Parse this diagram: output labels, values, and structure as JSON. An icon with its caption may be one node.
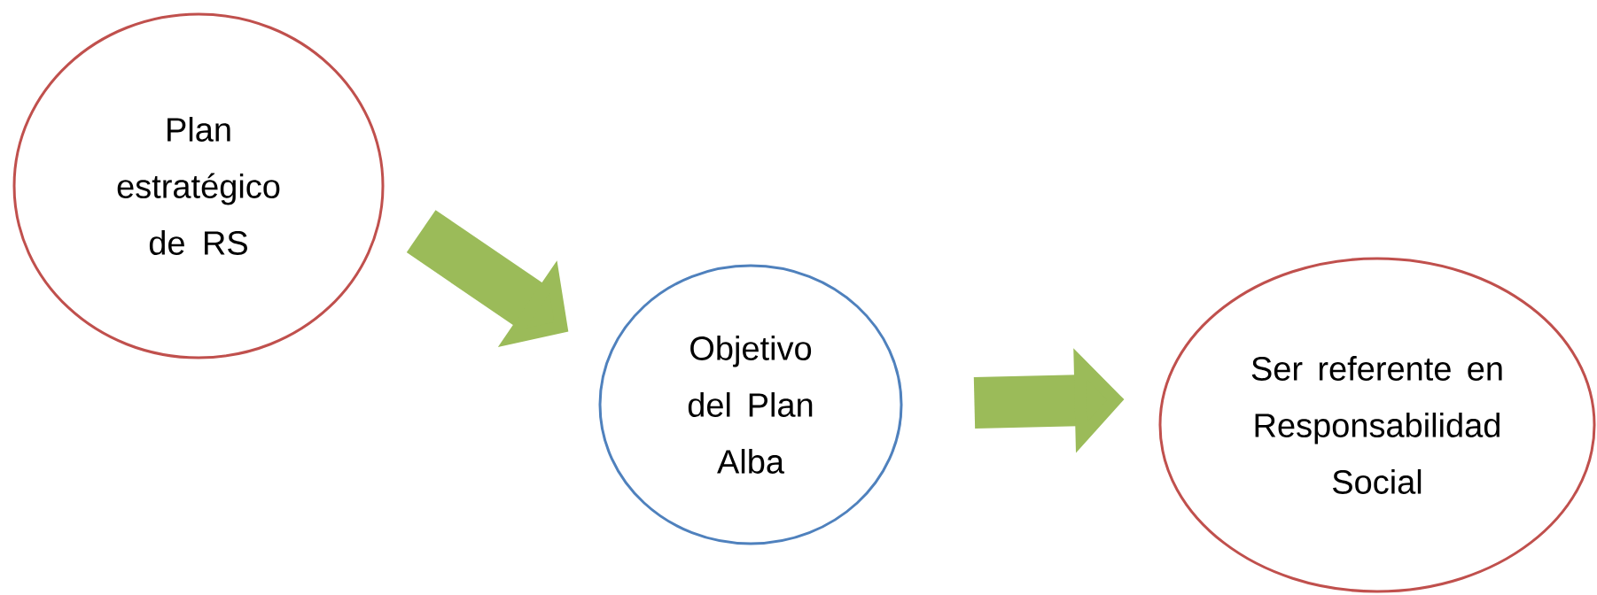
{
  "diagram": {
    "nodes": [
      {
        "text": [
          "Plan estratégico de RS"
        ]
      },
      {
        "text": [
          "Objetivo del Plan Alba"
        ]
      },
      {
        "text": [
          "Ser referente en Responsabilidad Social"
        ]
      }
    ],
    "edges": [
      {
        "from": 0,
        "to": 1,
        "arrow": "to"
      },
      {
        "from": 1,
        "to": 2,
        "arrow": "to"
      }
    ]
  }
}
